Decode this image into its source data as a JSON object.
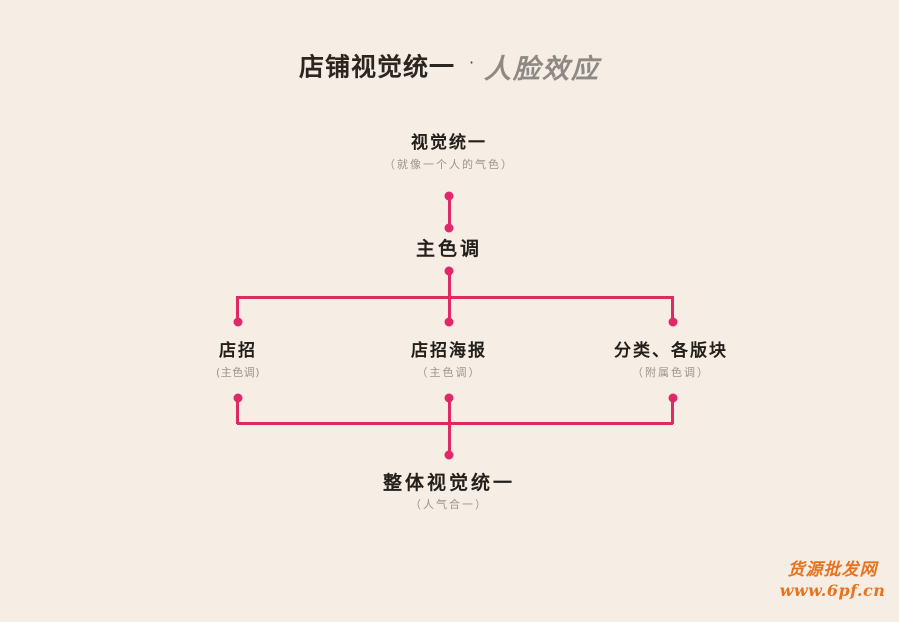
{
  "title": {
    "main": "店铺视觉统一",
    "separator": "·",
    "brush": "人脸效应"
  },
  "nodes": {
    "top": {
      "label": "视觉统一",
      "sub": "（就像一个人的气色）"
    },
    "primary": {
      "label": "主色调",
      "sub": ""
    },
    "branch_left": {
      "label": "店招",
      "sub": "(主色调)"
    },
    "branch_center": {
      "label": "店招海报",
      "sub": "（主色调）"
    },
    "branch_right": {
      "label": "分类、各版块",
      "sub": "（附属色调）"
    },
    "bottom": {
      "label": "整体视觉统一",
      "sub": "（人气合一）"
    }
  },
  "watermark": {
    "name": "货源批发网",
    "url": "www.6pf.cn"
  },
  "colors": {
    "background": "#f6eee4",
    "connector": "#dd2a63",
    "dot": "#e0286a",
    "text_dark": "#23201c",
    "text_sub": "#9c948b",
    "title_brush": "#8d8984",
    "watermark": "#e8731e"
  }
}
